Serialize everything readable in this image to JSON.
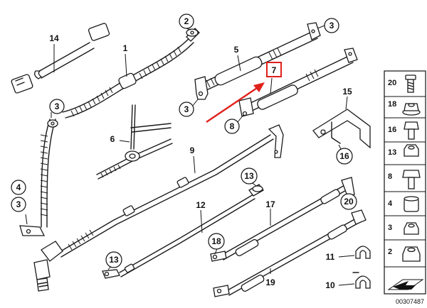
{
  "labels": {
    "l1": "1",
    "l2": "2",
    "l3a": "3",
    "l3b": "3",
    "l3c": "3",
    "l3d": "3",
    "l4": "4",
    "l5": "5",
    "l6": "6",
    "l7": "7",
    "l8": "8",
    "l9": "9",
    "l10": "10",
    "l11": "11",
    "l12": "12",
    "l13a": "13",
    "l13b": "13",
    "l14": "14",
    "l15": "15",
    "l16": "16",
    "l17": "17",
    "l18": "18",
    "l19": "19",
    "l20": "20"
  },
  "sidebar": [
    "20",
    "18",
    "16",
    "13",
    "8",
    "4",
    "3",
    "2"
  ],
  "doc_number": "00307487",
  "colors": {
    "highlight": "#e0201b",
    "sidebar_bg": "#ffffff",
    "line": "#1a1a1a"
  }
}
